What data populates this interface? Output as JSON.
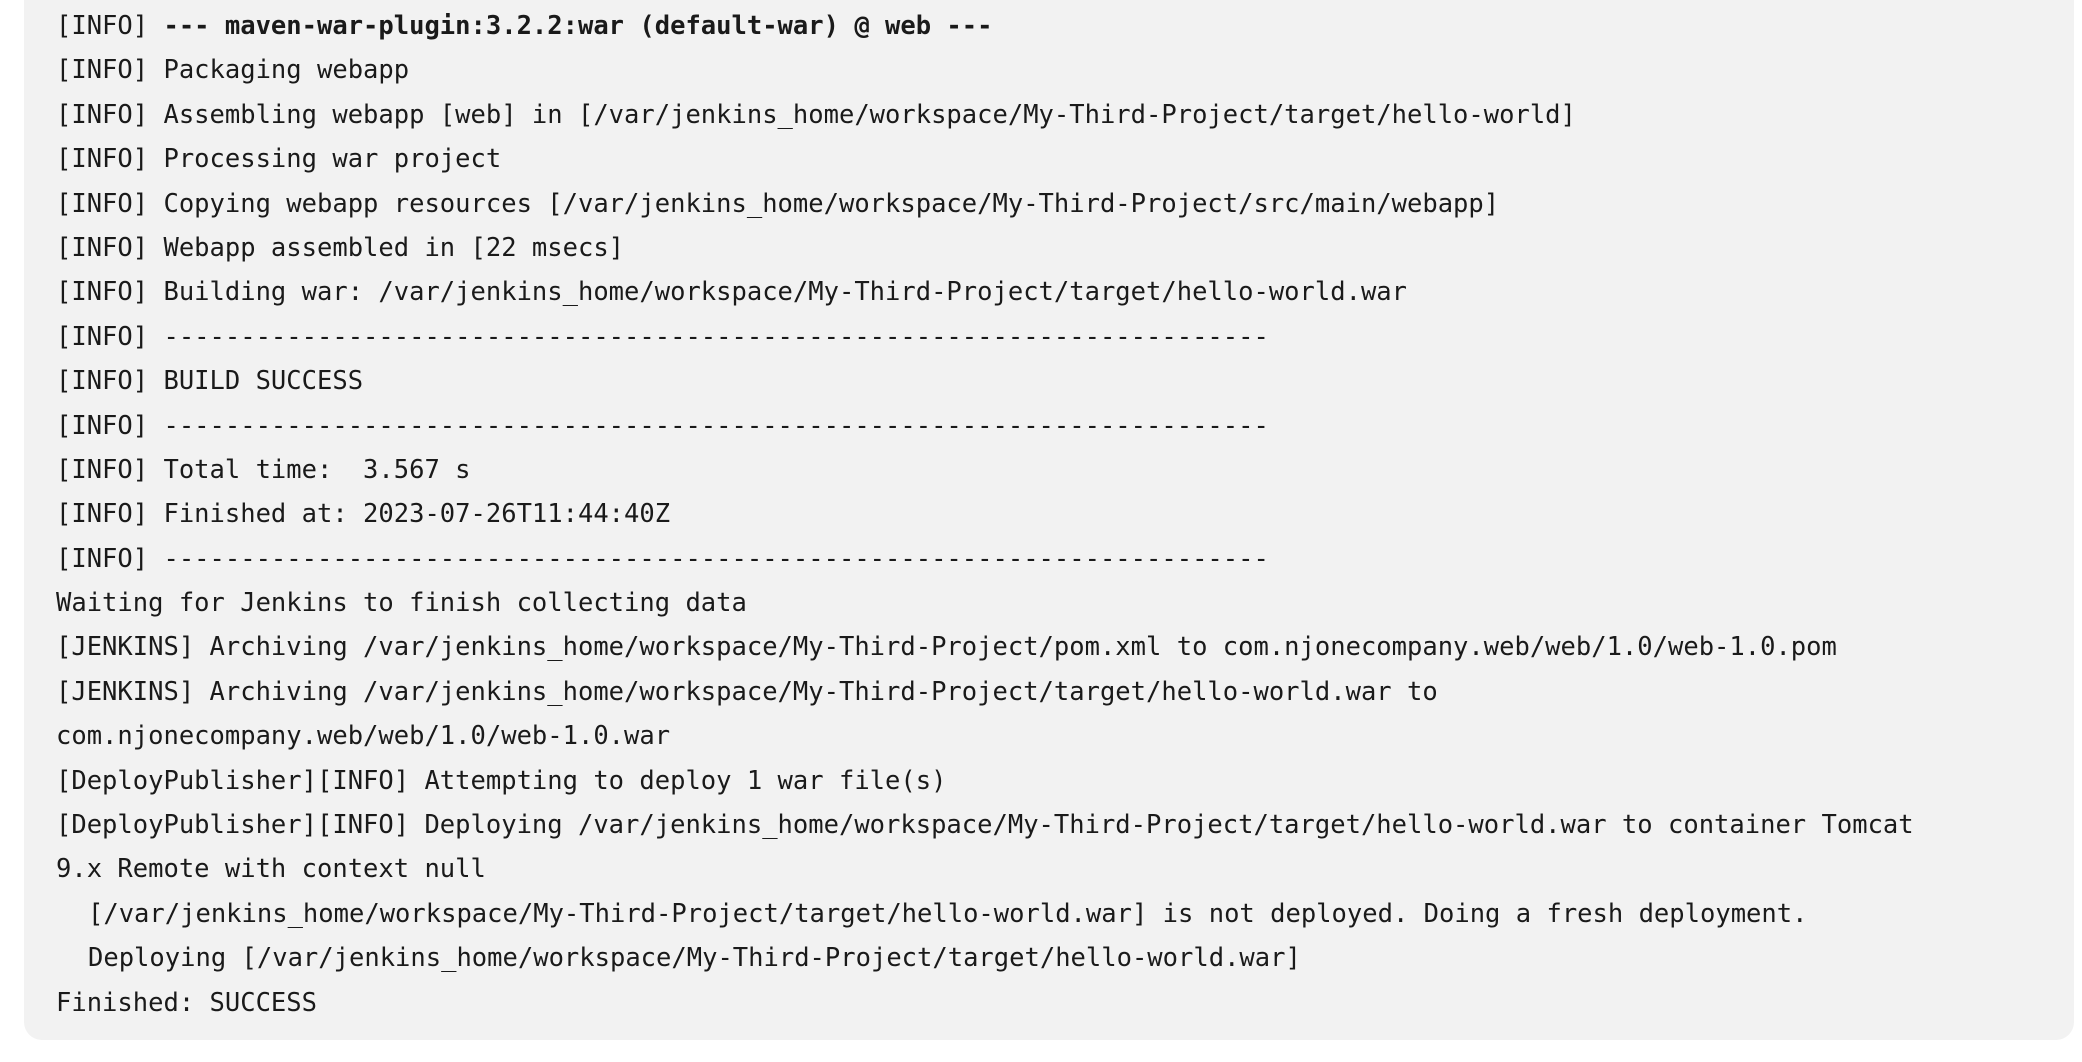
{
  "console": {
    "lines": [
      {
        "prefix": "[INFO] ",
        "text": "--- maven-war-plugin:3.2.2:war (default-war) @ web ---",
        "bold_text": true
      },
      {
        "prefix": "",
        "text": "[INFO] Packaging webapp"
      },
      {
        "prefix": "",
        "text": "[INFO] Assembling webapp [web] in [/var/jenkins_home/workspace/My-Third-Project/target/hello-world]"
      },
      {
        "prefix": "",
        "text": "[INFO] Processing war project"
      },
      {
        "prefix": "",
        "text": "[INFO] Copying webapp resources [/var/jenkins_home/workspace/My-Third-Project/src/main/webapp]"
      },
      {
        "prefix": "",
        "text": "[INFO] Webapp assembled in [22 msecs]"
      },
      {
        "prefix": "",
        "text": "[INFO] Building war: /var/jenkins_home/workspace/My-Third-Project/target/hello-world.war"
      },
      {
        "prefix": "",
        "text": "[INFO] ------------------------------------------------------------------------"
      },
      {
        "prefix": "",
        "text": "[INFO] BUILD SUCCESS"
      },
      {
        "prefix": "",
        "text": "[INFO] ------------------------------------------------------------------------"
      },
      {
        "prefix": "",
        "text": "[INFO] Total time:  3.567 s"
      },
      {
        "prefix": "",
        "text": "[INFO] Finished at: 2023-07-26T11:44:40Z"
      },
      {
        "prefix": "",
        "text": "[INFO] ------------------------------------------------------------------------"
      },
      {
        "prefix": "",
        "text": "Waiting for Jenkins to finish collecting data"
      },
      {
        "prefix": "",
        "text": "[JENKINS] Archiving /var/jenkins_home/workspace/My-Third-Project/pom.xml to com.njonecompany.web/web/1.0/web-1.0.pom"
      },
      {
        "prefix": "",
        "text": "[JENKINS] Archiving /var/jenkins_home/workspace/My-Third-Project/target/hello-world.war to"
      },
      {
        "prefix": "",
        "text": "com.njonecompany.web/web/1.0/web-1.0.war"
      },
      {
        "prefix": "",
        "text": "[DeployPublisher][INFO] Attempting to deploy 1 war file(s)"
      },
      {
        "prefix": "",
        "text": "[DeployPublisher][INFO] Deploying /var/jenkins_home/workspace/My-Third-Project/target/hello-world.war to container Tomcat"
      },
      {
        "prefix": "",
        "text": "9.x Remote with context null"
      },
      {
        "prefix": "",
        "text": "[/var/jenkins_home/workspace/My-Third-Project/target/hello-world.war] is not deployed. Doing a fresh deployment.",
        "indent": true
      },
      {
        "prefix": "",
        "text": "Deploying [/var/jenkins_home/workspace/My-Third-Project/target/hello-world.war]",
        "indent": true
      },
      {
        "prefix": "",
        "text": "Finished: SUCCESS"
      }
    ]
  }
}
